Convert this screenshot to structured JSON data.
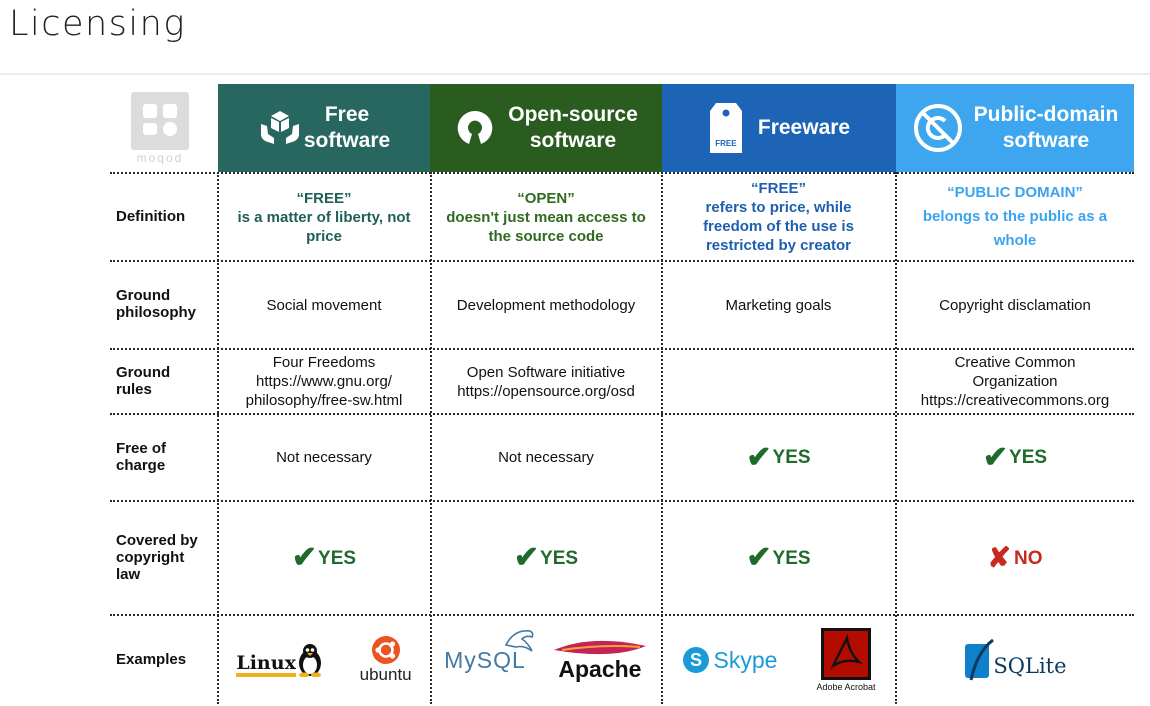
{
  "page": {
    "title": "Licensing"
  },
  "brand": {
    "word": "moqod"
  },
  "columns": [
    {
      "id": "free",
      "title": "Free\nsoftware",
      "color": "#276760",
      "icon": "hands-box-icon"
    },
    {
      "id": "open",
      "title": "Open-source\nsoftware",
      "color": "#2a5b1f",
      "icon": "open-source-keyhole-icon"
    },
    {
      "id": "freeware",
      "title": "Freeware",
      "color": "#1e64b6",
      "icon": "price-tag-icon",
      "icon_text": "FREE"
    },
    {
      "id": "public",
      "title": "Public-domain\nsoftware",
      "color": "#3ea6ef",
      "icon": "no-copyright-icon"
    }
  ],
  "rows": {
    "definition": "Definition",
    "philosophy": "Ground\nphilosophy",
    "rules": "Ground\nrules",
    "charge": "Free of\ncharge",
    "copyright": "Covered by\ncopyright\nlaw",
    "examples": "Examples"
  },
  "definitions": [
    {
      "tag": "“FREE”",
      "text": "is a matter of liberty, not\nprice",
      "color": "#1e5f58"
    },
    {
      "tag": "“OPEN”",
      "text": "doesn't just mean access to\nthe source code",
      "color": "#2f6a1e"
    },
    {
      "tag": "“FREE”",
      "text": "refers to price, while\nfreedom of the use is\nrestricted by creator",
      "color": "#1e5fae"
    },
    {
      "tag": "“PUBLIC DOMAIN”",
      "text": "belongs to the public as a\nwhole",
      "color": "#3aa4ee"
    }
  ],
  "philosophy": [
    "Social movement",
    "Development methodology",
    "Marketing goals",
    "Copyright disclamation"
  ],
  "rules": [
    [
      "Four Freedoms",
      "https://www.gnu.org/",
      "philosophy/free-sw.html"
    ],
    [
      "Open Software initiative",
      "https://opensource.org/osd"
    ],
    [],
    [
      "Creative Common",
      "Organization",
      "https://creativecommons.org"
    ]
  ],
  "charge": [
    {
      "kind": "text",
      "text": "Not necessary"
    },
    {
      "kind": "text",
      "text": "Not necessary"
    },
    {
      "kind": "yes",
      "text": "YES"
    },
    {
      "kind": "yes",
      "text": "YES"
    }
  ],
  "copyright": [
    {
      "kind": "yes",
      "text": "YES"
    },
    {
      "kind": "yes",
      "text": "YES"
    },
    {
      "kind": "yes",
      "text": "YES"
    },
    {
      "kind": "no",
      "text": "NO"
    }
  ],
  "examples": {
    "linux": "Linux",
    "ubuntu": "ubuntu",
    "mysql": "MySQL",
    "apache": "Apache",
    "skype": "Skype",
    "acrobat": "Adobe Acrobat",
    "sqlite": "SQLite"
  }
}
